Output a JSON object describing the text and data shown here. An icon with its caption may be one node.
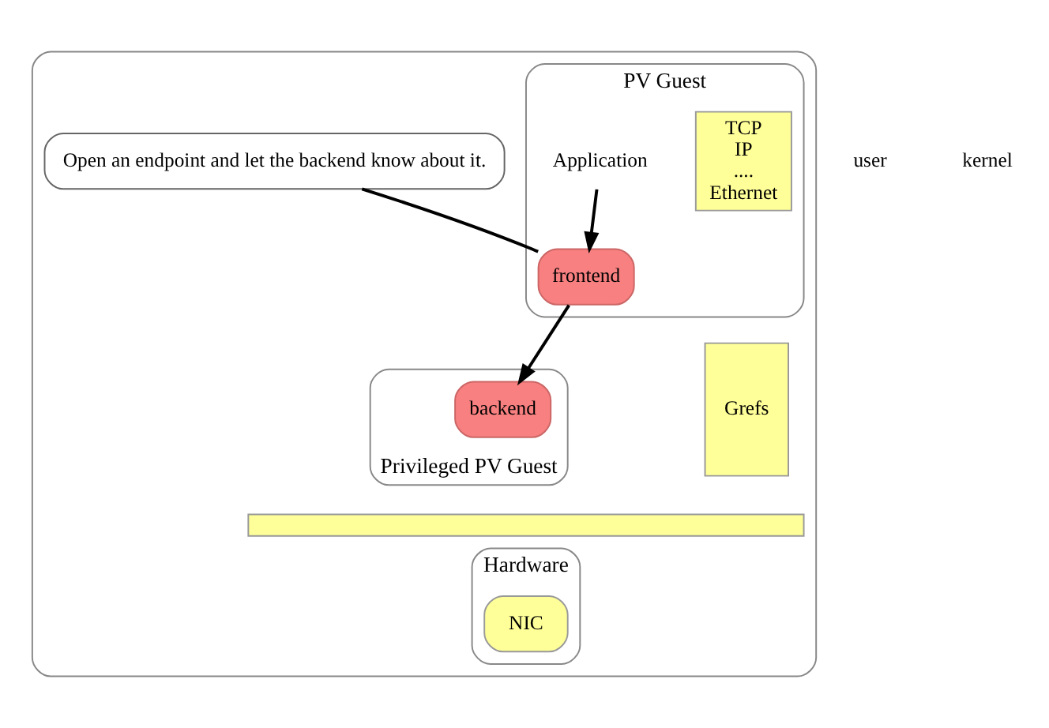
{
  "diagram": {
    "nodes": [
      {
        "text": [],
        "shape": "box"
      },
      {
        "text": [
          "Privileged PV Guest"
        ],
        "in": 0
      },
      {
        "text": [
          "backend"
        ],
        "in": 1
      },
      {
        "text": [
          "PV Guest"
        ],
        "in": 0
      },
      {
        "text": [
          "Application"
        ],
        "in": 3
      },
      {
        "text": [
          "frontend"
        ],
        "in": 3
      },
      {
        "text": [
          "TCP",
          "IP",
          "....",
          "Ethernet"
        ],
        "in": 3
      },
      {
        "text": [
          "Grefs"
        ],
        "in": 0
      },
      {
        "text": [
          "Open an endpoint and let the backend know about it."
        ],
        "in": 0
      },
      {
        "text": [],
        "shape": "bar",
        "in": 0
      },
      {
        "text": [
          "Hardware"
        ],
        "in": 0
      },
      {
        "text": [
          "NIC"
        ],
        "in": 10
      }
    ],
    "edges": [
      {
        "from": 4,
        "to": 5,
        "arrow": "to"
      },
      {
        "from": 5,
        "to": 2,
        "arrow": "to"
      },
      {
        "from": 8,
        "to": 5,
        "arrow": "none"
      }
    ],
    "labels": [
      "user",
      "kernel"
    ]
  }
}
